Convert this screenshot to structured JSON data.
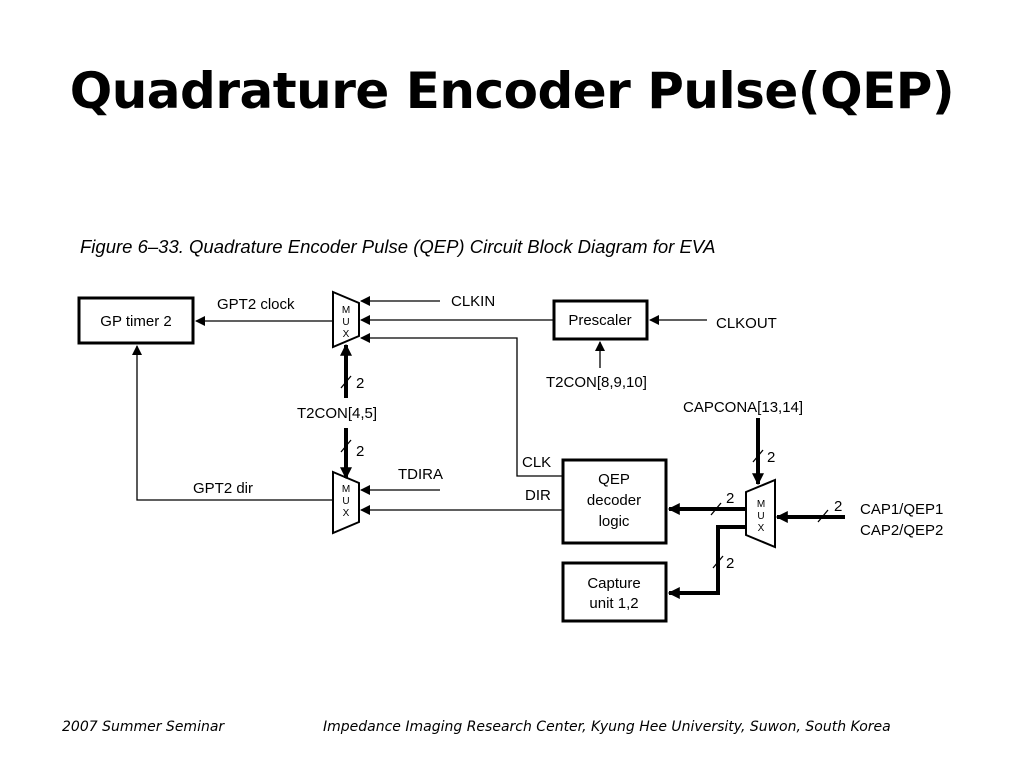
{
  "slide": {
    "title": "Quadrature Encoder Pulse(QEP)"
  },
  "figure": {
    "caption": "Figure 6–33. Quadrature Encoder Pulse (QEP) Circuit Block Diagram for EVA",
    "blocks": {
      "gp_timer": "GP timer 2",
      "prescaler": "Prescaler",
      "qep_decoder": [
        "QEP",
        "decoder",
        "logic"
      ],
      "capture_unit": [
        "Capture",
        "unit 1,2"
      ],
      "mux_letters": [
        "M",
        "U",
        "X"
      ]
    },
    "signals": {
      "gpt2_clock": "GPT2 clock",
      "gpt2_dir": "GPT2 dir",
      "clkin": "CLKIN",
      "clkout": "CLKOUT",
      "t2con_prescale": "T2CON[8,9,10]",
      "t2con_select": "T2CON[4,5]",
      "capcona": "CAPCONA[13,14]",
      "tdira": "TDIRA",
      "clk": "CLK",
      "dir": "DIR",
      "cap_qep1": "CAP1/QEP1",
      "cap_qep2": "CAP2/QEP2",
      "bus_width": "2"
    }
  },
  "footer": {
    "left": "2007 Summer Seminar",
    "right": "Impedance Imaging Research Center, Kyung Hee University, Suwon, South Korea"
  }
}
